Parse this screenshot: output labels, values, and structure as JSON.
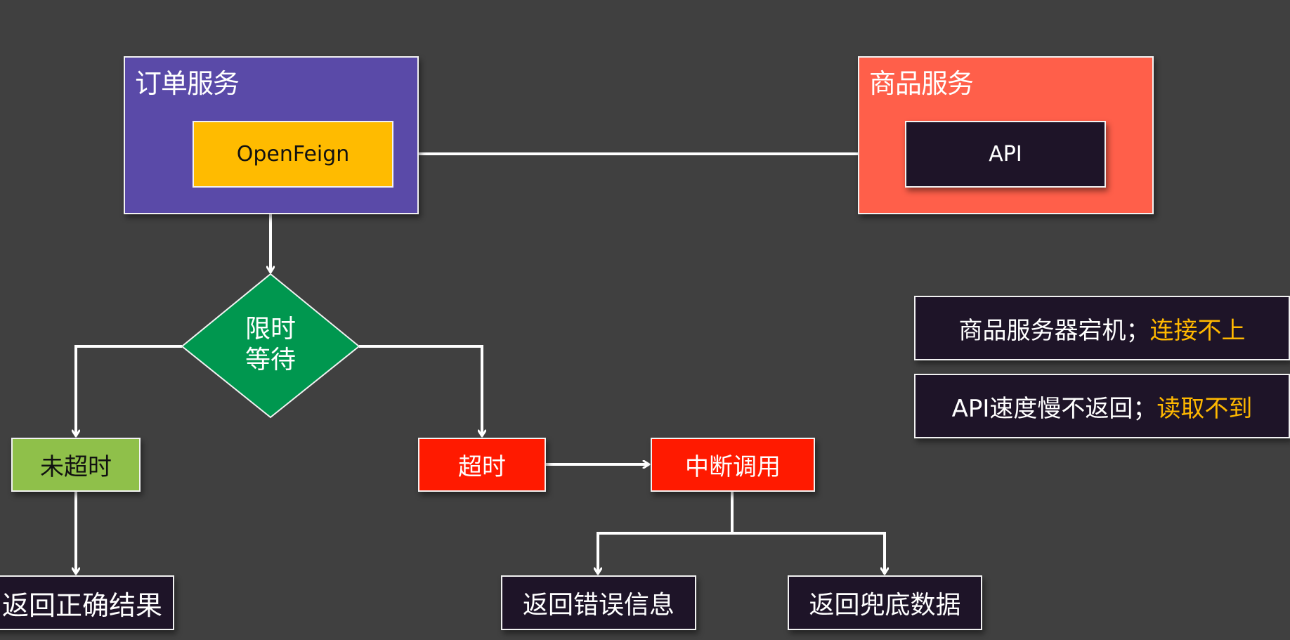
{
  "diagram": {
    "order_service": {
      "title": "订单服务",
      "component": "OpenFeign",
      "color": "#5a4aa8",
      "component_color": "#ffbb00"
    },
    "product_service": {
      "title": "商品服务",
      "component": "API",
      "color": "#ff5f4a",
      "component_color": "#1e1428"
    },
    "decision": {
      "line1": "限时",
      "line2": "等待",
      "color": "#00974f"
    },
    "not_timeout": {
      "label": "未超时",
      "color": "#8fc04a"
    },
    "timeout": {
      "label": "超时",
      "color": "#ff1a00"
    },
    "interrupt_call": {
      "label": "中断调用",
      "color": "#ff1a00"
    },
    "return_correct": {
      "label": "返回正确结果"
    },
    "return_error": {
      "label": "返回错误信息"
    },
    "return_fallback": {
      "label": "返回兜底数据"
    },
    "notes": [
      {
        "text": "商品服务器宕机；",
        "highlight": "连接不上"
      },
      {
        "text": "API速度慢不返回；",
        "highlight": "读取不到"
      }
    ],
    "highlight_color": "#ffb800",
    "background": "#404040"
  }
}
